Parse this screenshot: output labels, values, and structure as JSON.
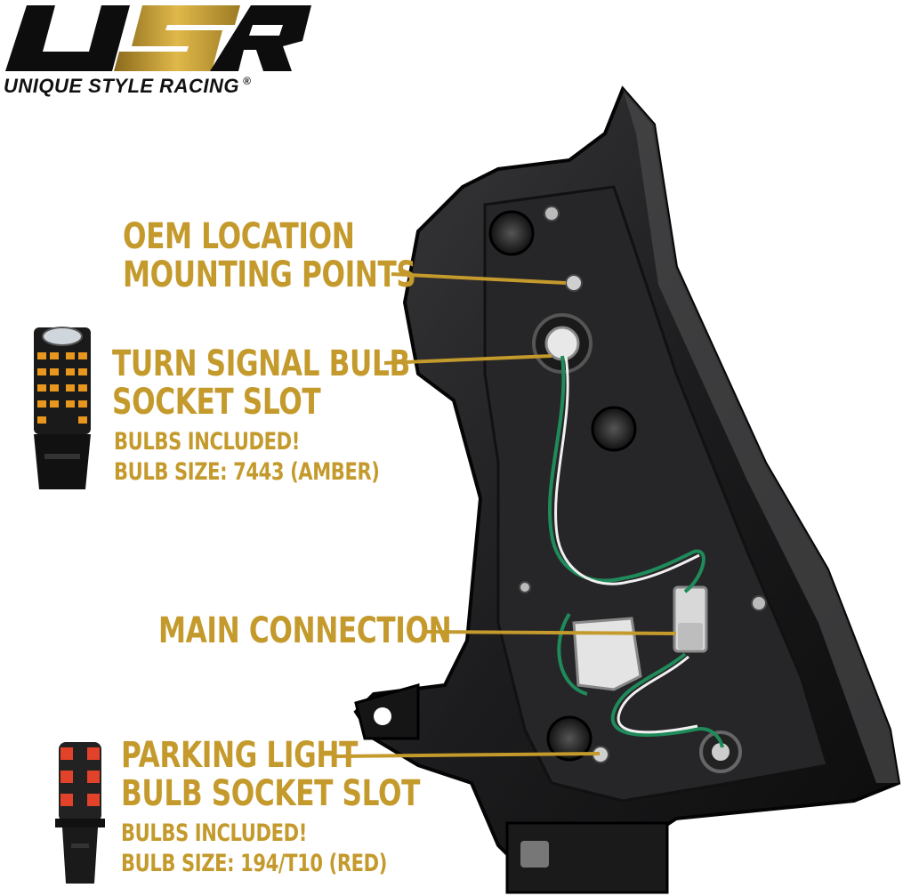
{
  "brand": {
    "logo_text": "USR",
    "tagline": "UNIQUE STYLE RACING",
    "registered_mark": "®"
  },
  "callouts": {
    "oem_mounting": {
      "line1": "OEM LOCATION",
      "line2": "MOUNTING POINTS"
    },
    "turn_signal": {
      "line1": "TURN SIGNAL BULB",
      "line2": "SOCKET SLOT",
      "note1": "BULBS INCLUDED!",
      "note2": "BULB SIZE: 7443 (AMBER)"
    },
    "main_connection": {
      "line1": "MAIN CONNECTION"
    },
    "parking_light": {
      "line1": "PARKING LIGHT",
      "line2": "BULB SOCKET SLOT",
      "note1": "BULBS INCLUDED!",
      "note2": "BULB SIZE: 194/T10 (RED)"
    }
  },
  "colors": {
    "callout_gold": "#c49a2c",
    "housing_black": "#1a1a1a",
    "amber_led": "#e8961e",
    "red_led": "#e2412a"
  }
}
